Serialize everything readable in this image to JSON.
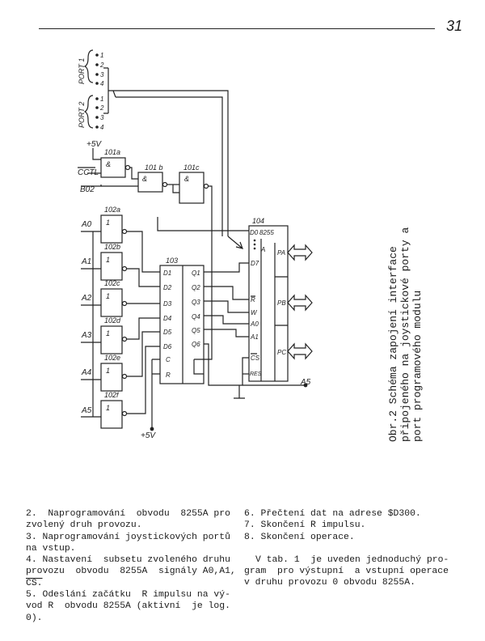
{
  "page_number": "31",
  "schematic": {
    "ports": {
      "port1": "PORT 1",
      "port2": "PORT 2",
      "pins": [
        "1",
        "2",
        "3",
        "4"
      ]
    },
    "inputs": {
      "vcc_top": "+5V",
      "cctl": "CCTL",
      "b02": "B02",
      "a0": "A0",
      "a1": "A1",
      "a2": "A2",
      "a3": "A3",
      "a4": "A4",
      "a5": "A5",
      "vcc_bottom": "+5V"
    },
    "gates": {
      "g101a": "101a",
      "g101b": "101 b",
      "g101c": "101c",
      "and_symbol": "&",
      "g102a": "102a",
      "g102b": "102b",
      "g102c": "102c",
      "g102d": "102d",
      "g102e": "102e",
      "g102f": "102f",
      "inv_symbol": "1"
    },
    "ic103": {
      "title": "103",
      "d_pins": [
        "D1",
        "D2",
        "D3",
        "D4",
        "D5",
        "D6"
      ],
      "q_pins": [
        "Q1",
        "Q2",
        "Q3",
        "Q4",
        "Q5",
        "Q6"
      ],
      "c_pin": "C",
      "r_pin": "R"
    },
    "ic104": {
      "title": "104",
      "part": "8255",
      "sub": "A",
      "d0": "D0",
      "d7": "D7",
      "r": "R",
      "w": "W",
      "a0": "A0",
      "a1": "A1",
      "cs": "CS",
      "res": "RES",
      "pa": "PA",
      "pb": "PB",
      "pc": "PC"
    },
    "a5_label": "A5"
  },
  "caption": [
    "Obr.2  Schéma    zapojení    interface",
    "připojeného na joystickové porty a",
    "port programového modulu"
  ],
  "left_column": [
    "2.  Naprogramování  obvodu  8255A pro",
    "zvolený druh provozu.",
    "3. Naprogramování joystickových portů",
    "na vstup.",
    "4. Nastavení  subsetu zvoleného druhu",
    "provozu  obvodu  8255A  signály A0,A1,",
    "CS.",
    "5. Odeslání začátku  R impulsu na vý-",
    "vod R  obvodu 8255A (aktivní  je log.",
    "0)."
  ],
  "right_column_list": [
    "6. Přečtení dat na adrese $D300.",
    "7. Skončení R impulsu.",
    "8. Skončení operace."
  ],
  "right_column_para": [
    "V tab. 1  je uveden jednoduchý pro-",
    "gram  pro výstupní  a vstupní operace",
    "v druhu provozu 0 obvodu 8255A."
  ]
}
